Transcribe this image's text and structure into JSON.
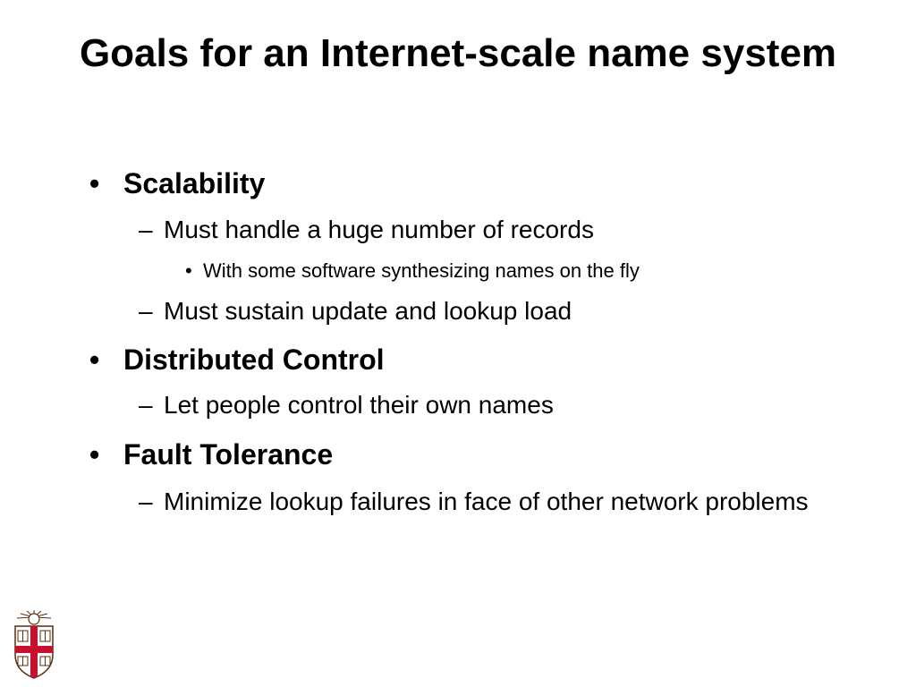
{
  "slide": {
    "title": "Goals for an Internet-scale name system",
    "bullets": [
      {
        "marker": "•",
        "text": "Scalability",
        "sub": [
          {
            "marker": "–",
            "text": "Must handle a huge number of records",
            "sub": [
              {
                "marker": "•",
                "text": "With some software synthesizing names on the fly"
              }
            ]
          },
          {
            "marker": "–",
            "text": "Must sustain update and lookup load"
          }
        ]
      },
      {
        "marker": "•",
        "text": "Distributed Control",
        "sub": [
          {
            "marker": "–",
            "text": "Let people control their own names"
          }
        ]
      },
      {
        "marker": "•",
        "text": "Fault Tolerance",
        "sub": [
          {
            "marker": "–",
            "text": "Minimize lookup failures in face of other network problems"
          }
        ]
      }
    ]
  },
  "logo": {
    "name": "university-seal",
    "colors": {
      "shield_red": "#c8102e",
      "outline": "#5a2d0c",
      "book": "#ffffff"
    }
  }
}
